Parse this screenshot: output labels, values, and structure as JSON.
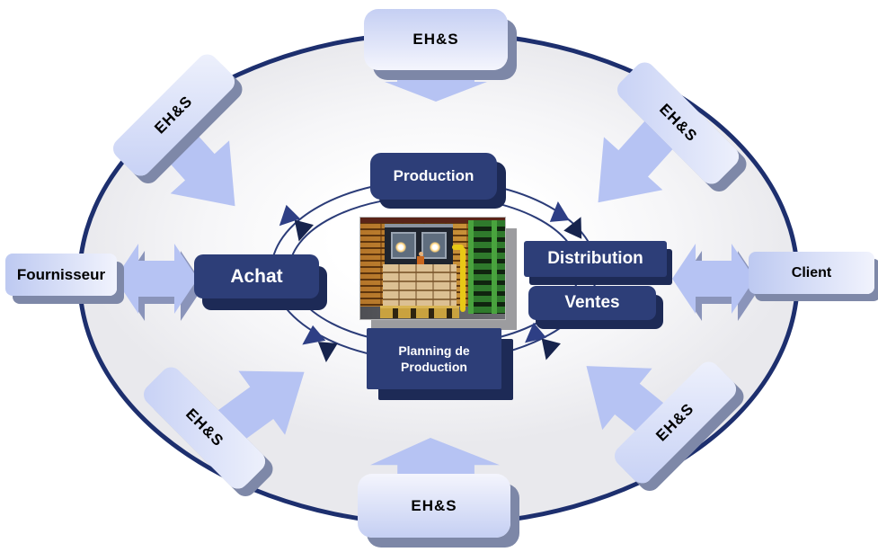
{
  "colors": {
    "navy_box": "#2d3e78",
    "navy_shadow": "#1d2a56",
    "lavender_arrow": "#b6c3f3",
    "light_box_from": "#bdc9f1",
    "light_box_to": "#f1f3fd",
    "light_shadow": "#7e88a8",
    "ellipse_border": "#1d2f6e",
    "loop_stroke": "#2b3c78",
    "arrowhead_light": "#2e3f85",
    "arrowhead_dark": "#16234d"
  },
  "nodes": {
    "fournisseur": {
      "label": "Fournisseur"
    },
    "client": {
      "label": "Client"
    },
    "achat": {
      "label": "Achat"
    },
    "production": {
      "label": "Production"
    },
    "planning": {
      "line1": "Planning de",
      "line2": "Production"
    },
    "distribution": {
      "label": "Distribution"
    },
    "ventes": {
      "label": "Ventes"
    }
  },
  "ehs": [
    {
      "position": "top",
      "label": "EH&S"
    },
    {
      "position": "top-left",
      "label": "EH&S"
    },
    {
      "position": "top-right",
      "label": "EH&S"
    },
    {
      "position": "bottom-left",
      "label": "EH&S"
    },
    {
      "position": "bottom-right",
      "label": "EH&S"
    },
    {
      "position": "bottom",
      "label": "EH&S"
    }
  ],
  "photo": {
    "alt": "Forklift moving a pallet of stacked sacks in a warehouse"
  }
}
